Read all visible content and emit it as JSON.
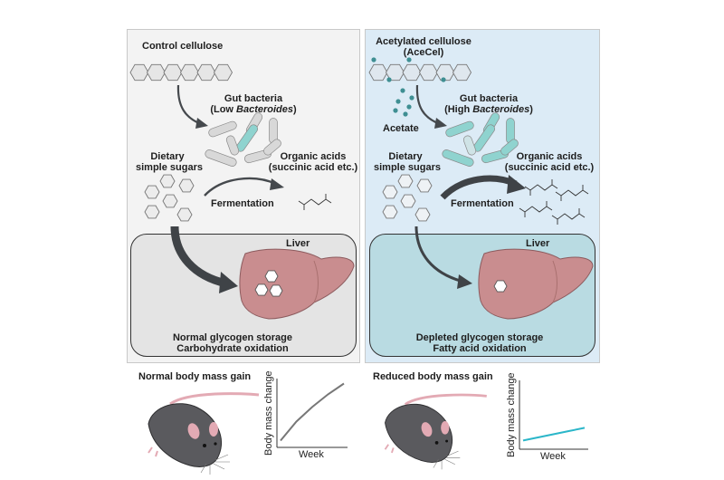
{
  "figure": {
    "control": {
      "title": "Control cellulose",
      "bacteria_line1": "Gut bacteria",
      "bacteria_line2_prefix": "(Low ",
      "bacteria_line2_italic": "Bacteroides",
      "bacteria_line2_suffix": ")",
      "sugars_line1": "Dietary",
      "sugars_line2": "simple sugars",
      "acids_line1": "Organic acids",
      "acids_line2": "(succinic acid etc.)",
      "fermentation": "Fermentation",
      "liver_label": "Liver",
      "outcome_line1": "Normal glycogen storage",
      "outcome_line2": "Carbohydrate oxidation",
      "mass_title": "Normal body mass gain",
      "glycogen_units": 3,
      "acid_molecules": 1
    },
    "acecel": {
      "title_line1": "Acetylated cellulose",
      "title_line2": "(AceCel)",
      "acetate": "Acetate",
      "bacteria_line1": "Gut bacteria",
      "bacteria_line2_prefix": "(High ",
      "bacteria_line2_italic": "Bacteroides",
      "bacteria_line2_suffix": ")",
      "sugars_line1": "Dietary",
      "sugars_line2": "simple sugars",
      "acids_line1": "Organic acids",
      "acids_line2": "(succinic acid etc.)",
      "fermentation": "Fermentation",
      "liver_label": "Liver",
      "outcome_line1": "Depleted glycogen storage",
      "outcome_line2": "Fatty acid oxidation",
      "mass_title": "Reduced body mass gain",
      "glycogen_units": 1,
      "acid_molecules": 4
    },
    "colors": {
      "control_panel_bg": "#f3f3f3",
      "acecel_panel_bg": "#dcebf6",
      "acecel_liver_box_bg": "#b9dbe2",
      "control_liver_box_bg": "#e4e4e4",
      "bacteria_teal": "#8fd3cf",
      "bacteria_gray": "#d8d8d8",
      "liver": "#c98d8f",
      "arrow": "#3f4347",
      "acetate_dot": "#3f8f93",
      "mouse": "#5a5a5e",
      "mouse_pink": "#e3aab4",
      "control_curve": "#777777",
      "acecel_curve": "#2bb6c9"
    }
  },
  "chart_data": [
    {
      "type": "line",
      "title": "Normal body mass gain",
      "xlabel": "Week",
      "ylabel": "Body mass change",
      "x": [
        0,
        0.25,
        0.5,
        0.75,
        1.0
      ],
      "series": [
        {
          "name": "Control cellulose",
          "values": [
            0.05,
            0.35,
            0.58,
            0.78,
            0.95
          ]
        }
      ],
      "xlim": [
        0,
        1
      ],
      "ylim": [
        0,
        1
      ],
      "grid": false
    },
    {
      "type": "line",
      "title": "Reduced body mass gain",
      "xlabel": "Week",
      "ylabel": "Body mass change",
      "x": [
        0,
        0.25,
        0.5,
        0.75,
        1.0
      ],
      "series": [
        {
          "name": "AceCel",
          "values": [
            0.08,
            0.13,
            0.18,
            0.23,
            0.28
          ]
        }
      ],
      "xlim": [
        0,
        1
      ],
      "ylim": [
        0,
        1
      ],
      "grid": false
    }
  ]
}
